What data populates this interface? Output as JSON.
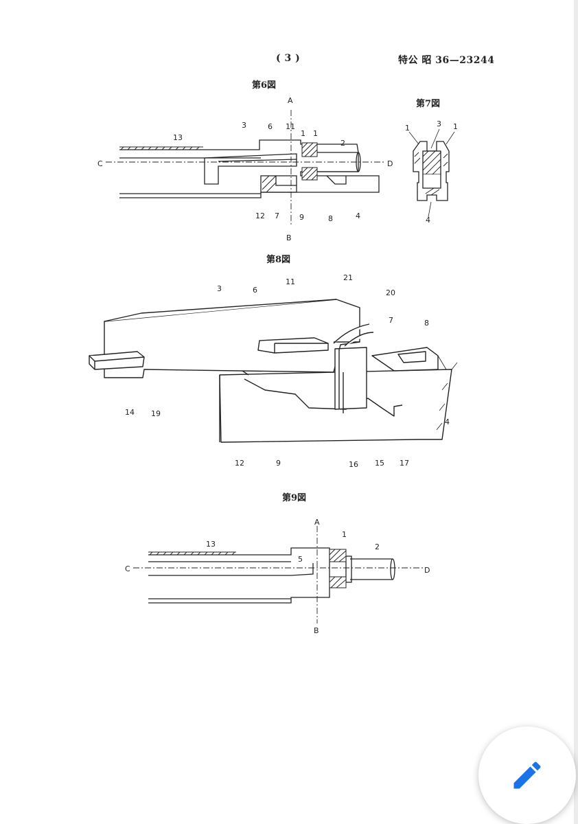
{
  "header": {
    "page_number": "( 3 )",
    "patent_number": "特公 昭 36—23244"
  },
  "figures": {
    "fig6": {
      "title": "第6図",
      "labels": [
        "A",
        "B",
        "C",
        "D",
        "1",
        "1",
        "2",
        "3",
        "4",
        "6",
        "7",
        "8",
        "9",
        "11",
        "12",
        "13"
      ]
    },
    "fig7": {
      "title": "第7図",
      "labels": [
        "1",
        "3",
        "1",
        "4"
      ]
    },
    "fig8": {
      "title": "第8図",
      "labels": [
        "3",
        "6",
        "11",
        "21",
        "20",
        "7",
        "8",
        "4",
        "14",
        "19",
        "12",
        "9",
        "16",
        "15",
        "17"
      ]
    },
    "fig9": {
      "title": "第9図",
      "labels": [
        "A",
        "B",
        "C",
        "D",
        "1",
        "2",
        "5",
        "13"
      ]
    }
  },
  "fab": {
    "icon": "pencil-icon",
    "color": "#1a73e8"
  }
}
